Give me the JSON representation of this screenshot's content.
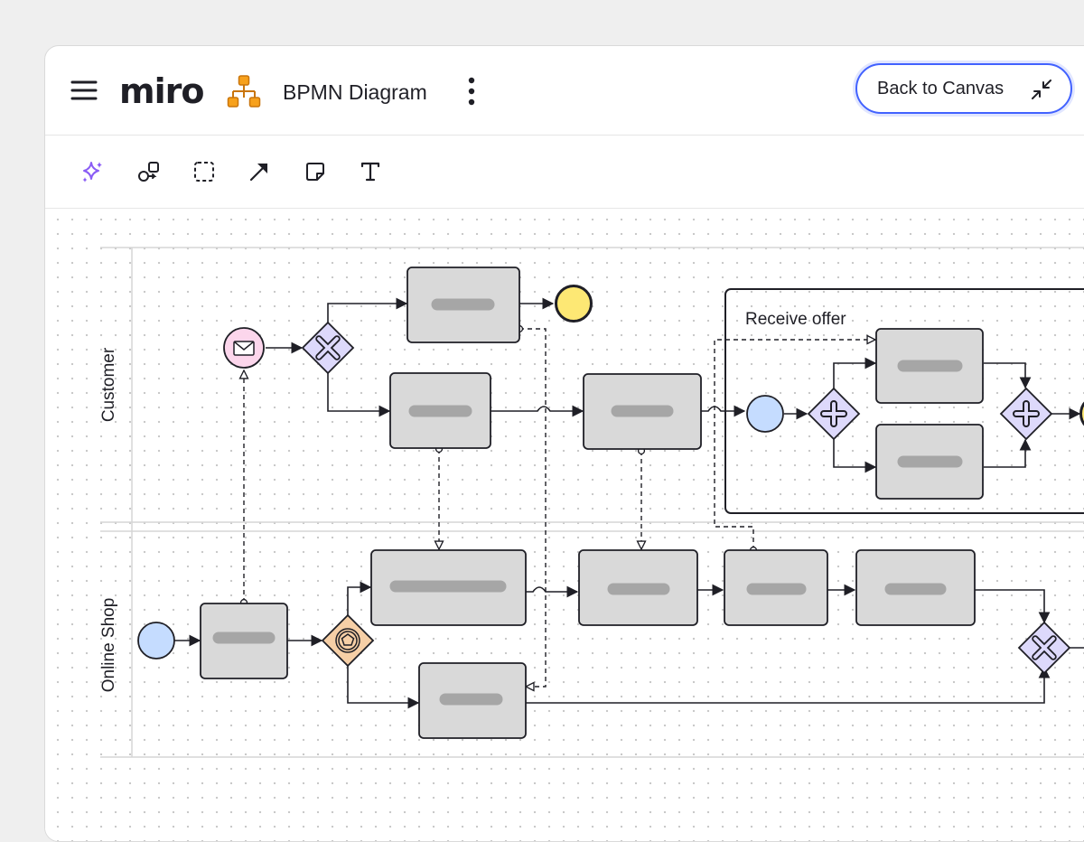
{
  "app": {
    "logo": "miro",
    "board_title": "BPMN Diagram",
    "back_button_label": "Back to Canvas",
    "accent_color": "#4262ff"
  },
  "toolbar": {
    "tools": [
      {
        "name": "ai-sparkle-icon"
      },
      {
        "name": "shapes-icon"
      },
      {
        "name": "frame-select-icon"
      },
      {
        "name": "connector-arrow-icon"
      },
      {
        "name": "sticky-note-icon"
      },
      {
        "name": "text-tool-icon"
      }
    ]
  },
  "diagram": {
    "lanes": [
      {
        "label": "Customer"
      },
      {
        "label": "Online Shop"
      }
    ],
    "subprocess_label": "Receive offer",
    "colors": {
      "task_fill": "#d9d9d9",
      "task_bar": "#a6a6a6",
      "start_event": "#c5dcff",
      "end_event": "#fde874",
      "message_event": "#fcd6ec",
      "gateway": "#ddd9fb",
      "event_gateway": "#f6cfa6"
    }
  }
}
